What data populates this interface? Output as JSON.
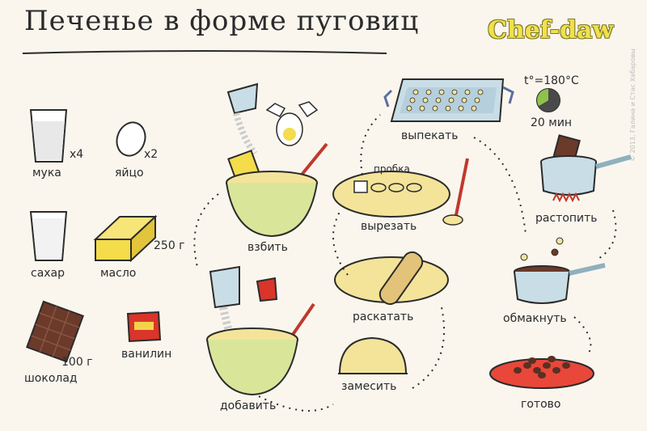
{
  "title": "Печенье в форме пуговиц",
  "brand": "Chef-daw",
  "copyright": "© 2013, Галина и Стас Хабаровы",
  "ingredients": {
    "flour": {
      "label": "мука",
      "qty": "x4"
    },
    "eggs": {
      "label": "яйцо",
      "qty": "x2"
    },
    "sugar": {
      "label": "сахар"
    },
    "butter": {
      "label": "масло",
      "qty": "250 г"
    },
    "chocolate": {
      "label": "шоколад",
      "qty": "100 г"
    },
    "vanilla": {
      "label": "ванилин"
    }
  },
  "steps": {
    "beat": "взбить",
    "add": "добавить",
    "knead": "замесить",
    "roll": "раскатать",
    "cut": "вырезать",
    "cork": "пробка",
    "bake": "выпекать",
    "temperature": "t°=180°C",
    "time": "20 мин",
    "melt": "растопить",
    "dip": "обмакнуть",
    "done": "готово"
  },
  "colors": {
    "bowl": "#d9e69a",
    "dough": "#f3e49a",
    "butter": "#f4dc4a",
    "chocolate": "#6b3a2a",
    "pan": "#c9dde6",
    "vanilla": "#d9352a",
    "whisk": "#c0392b"
  }
}
